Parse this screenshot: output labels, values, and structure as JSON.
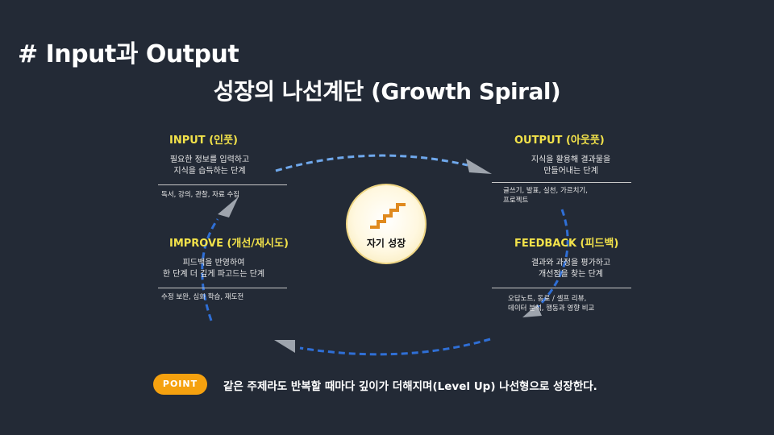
{
  "title": "# Input과 Output",
  "subtitle": "성장의 나선계단 (Growth Spiral)",
  "center": {
    "icon": "stairs-icon",
    "label": "자기 성장"
  },
  "stages": {
    "input": {
      "title": "INPUT (인풋)",
      "desc": [
        "필요한 정보를 입력하고",
        "지식을 습득하는 단계"
      ],
      "examples": [
        "독서, 강의, 관찰, 자료 수집"
      ]
    },
    "output": {
      "title": "OUTPUT (아웃풋)",
      "desc": [
        "지식을 활용해 결과물을",
        "만들어내는 단계"
      ],
      "examples": [
        "글쓰기, 발표, 실천, 가르치기,",
        "프로젝트"
      ]
    },
    "improve": {
      "title": "IMPROVE (개선/재시도)",
      "desc": [
        "피드백을 반영하여",
        "한 단계 더 깊게 파고드는 단계"
      ],
      "examples": [
        "수정 보완, 심화 학습, 재도전"
      ]
    },
    "feedback": {
      "title": "FEEDBACK (피드백)",
      "desc": [
        "결과와 과정을 평가하고",
        "개선점을 찾는 단계"
      ],
      "examples": [
        "오답노트, 동료 / 셀프 리뷰,",
        "데이터 분석, 행동과 영향 비교"
      ]
    }
  },
  "point": {
    "badge": "POINT",
    "text": "같은 주제라도 반복할 때마다 깊이가 더해지며(Level Up) 나선형으로 성장한다."
  },
  "colors": {
    "background": "#232a36",
    "stage_title": "#f2e24a",
    "arrow_light": "#6fa8ec",
    "arrow_dark": "#2f6fd6",
    "arrow_head": "#9ea4ad",
    "badge": "#f5a10f",
    "stairs": "#e08a1e"
  }
}
